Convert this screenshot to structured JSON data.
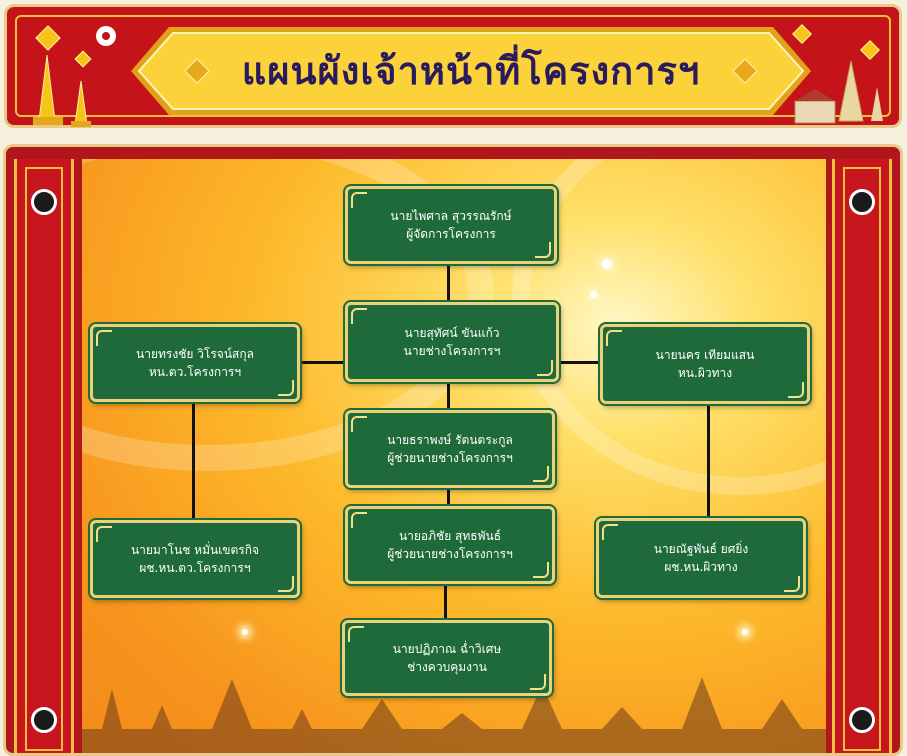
{
  "header": {
    "title": "แผนผังเจ้าหน้าที่โครงการฯ"
  },
  "colors": {
    "banner_red": "#c4141a",
    "plate_gold": "#f5c518",
    "node_green": "#1e6a3a",
    "title_ink": "#2a1a5e"
  },
  "icons": [
    "diamond-ornament-icon",
    "flower-icon",
    "pagoda-icon",
    "temple-icon",
    "mandala-icon"
  ],
  "org_chart": {
    "manager": {
      "name": "นายไพศาล  สุวรรณรักษ์",
      "role": "ผู้จัดการโครงการ"
    },
    "engineer": {
      "name": "นายสุทัศน์ ขันแก้ว",
      "role": "นายช่างโครงการฯ"
    },
    "qc_head": {
      "name": "นายทรงชัย  วิโรจน์สกุล",
      "role": "หน.ตว.โครงการฯ"
    },
    "road_head": {
      "name": "นายนคร  เทียมแสน",
      "role": "หน.ผิวทาง"
    },
    "asst_engineer_1": {
      "name": "นายธราพงษ์  รัตนตระกูล",
      "role": "ผู้ช่วยนายช่างโครงการฯ"
    },
    "asst_engineer_2": {
      "name": "นายอภิชัย  สุทธพันธ์",
      "role": "ผู้ช่วยนายช่างโครงการฯ"
    },
    "qc_asst": {
      "name": "นายมาโนช หมั่นเขตรกิจ",
      "role": "ผช.หน.ตว.โครงการฯ"
    },
    "road_asst": {
      "name": "นายณัฐพันธ์  ยศยิ่ง",
      "role": "ผช.หน.ผิวทาง"
    },
    "supervisor": {
      "name": "นายปฏิภาณ  ฉ่ำวิเศษ",
      "role": "ช่างควบคุมงาน"
    }
  }
}
